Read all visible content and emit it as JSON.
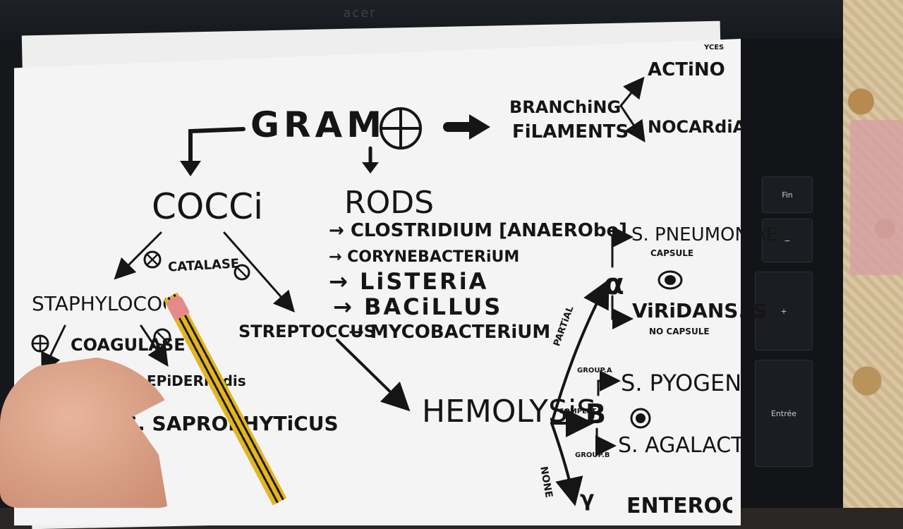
{
  "laptop": {
    "brand": "acer",
    "keys": [
      "Fin",
      "−",
      "+",
      "Entrée"
    ]
  },
  "notes": {
    "gram": "GRAM",
    "branching": "BRANChiNG",
    "filaments": "FiLAMENTS",
    "actinomyces": "ACTiNOMYCES",
    "actinomyces_suffix": "YCES",
    "nocardia": "NOCARdiA",
    "cocci": "COCCi",
    "rods": "RODS",
    "rods_list": [
      "→ CLOSTRIDIUM [ANAERObe]",
      "→ CORYNEBACTERiUM",
      "→ LiSTERiA",
      "→ BACiLLUS",
      "→ MYCOBACTERiUM"
    ],
    "catalase": "CATALASE",
    "staphylococcus": "STAPHYLOCOCCUS",
    "streptococcus": "STREPTOCCUS",
    "coagulase": "COAGULASE",
    "epidermidis": "EPiDERMidis",
    "saprophyticus": "S. SAPROPHYTiCUS",
    "hemolysis": "HEMOLYSiS",
    "partial": "PARTiAL",
    "complete": "COMPLET",
    "none": "NONE",
    "alpha": "α",
    "beta": "B",
    "gamma": "γ",
    "s_pneumoniae": "S. PNEUMONiAE",
    "capsule": "CAPSULE",
    "viridans": "ViRiDANS. S",
    "no_capsule": "NO CAPSULE",
    "group_a": "GROUP.A",
    "group_b": "GROUP.B",
    "s_pyogens": "S. PYOGENS",
    "s_agalactiae": "S. AGALACTiAE",
    "entero": "ENTEROCOCCUS"
  }
}
